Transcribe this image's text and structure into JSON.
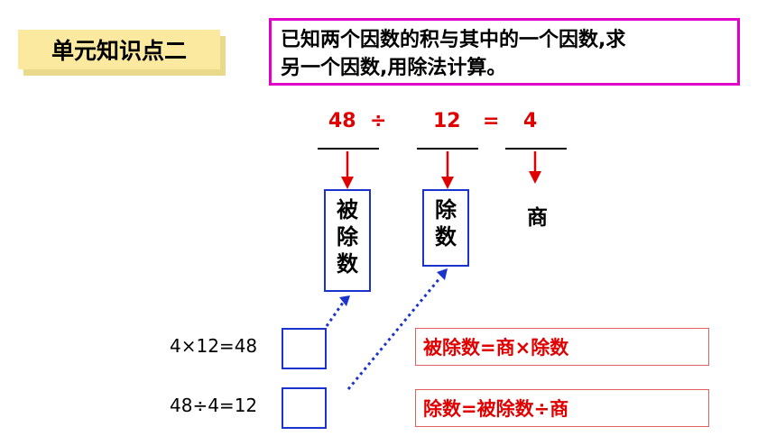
{
  "badge": {
    "label": "单元知识点二"
  },
  "header": {
    "line1": "已知两个因数的积与其中的一个因数,求",
    "line2": "另一个因数,用除法计算。"
  },
  "equation": {
    "dividend": "48",
    "div_sign": "÷",
    "divisor": "12",
    "eq_sign": "=",
    "quotient": "4"
  },
  "labels": {
    "dividend_label": "被除数",
    "divisor_label": "除数",
    "quotient_label": "商"
  },
  "formulas": {
    "multiply": "4×12=48",
    "divide": "48÷4=12"
  },
  "rules": {
    "rule1": "被除数=商×除数",
    "rule2": "除数=被除数÷商"
  },
  "colors": {
    "red": "#e00000",
    "blue": "#1a33cc",
    "magenta": "#e000c8",
    "badge": "#fbe9a0"
  }
}
